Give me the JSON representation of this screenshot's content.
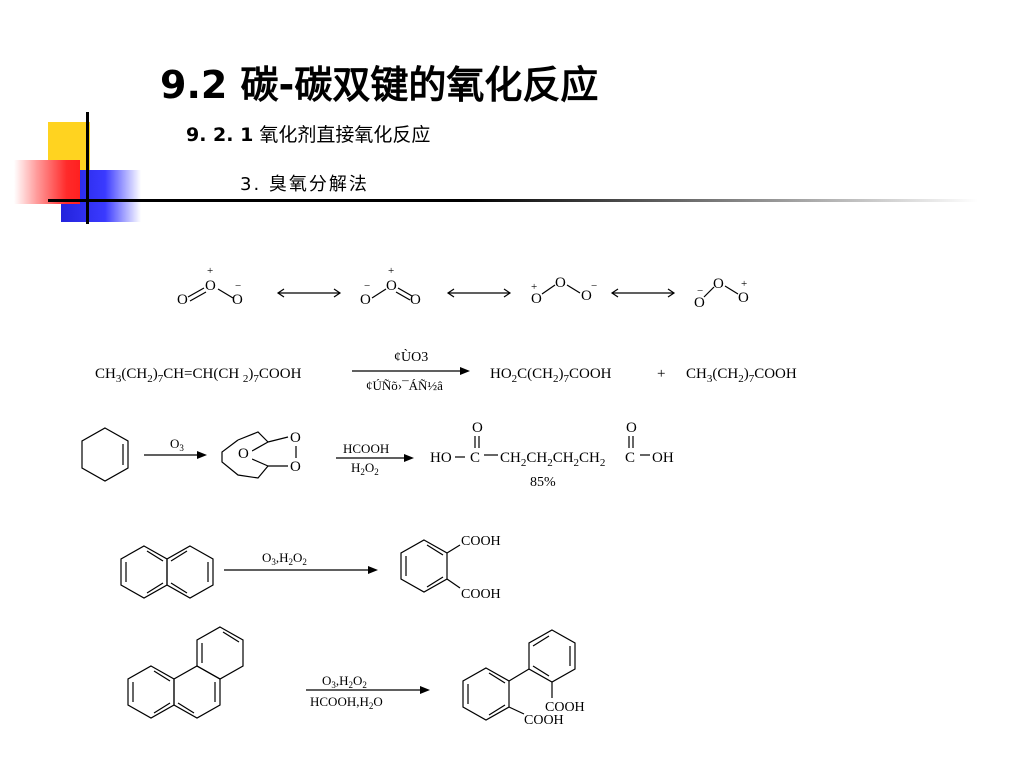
{
  "header": {
    "title": "9.2 碳-碳双键的氧化反应",
    "subtitle_num": "9. 2. 1",
    "subtitle_text": "氧化剂直接氧化反应",
    "item": "3.  臭氧分解法"
  },
  "ozone": {
    "plus": "+",
    "minus": "−",
    "O": "O"
  },
  "reaction1": {
    "reactant": "CH3(CH2)7CH=CH(CH2)7COOH",
    "reagent_top": "¢ÙO3",
    "reagent_bottom": "¢ÚÑõ›¯ÁÑ½â",
    "product1": "HO2C(CH2)7COOH",
    "plus": "+",
    "product2": "CH3(CH2)7COOH"
  },
  "reaction2": {
    "reagent1": "O3",
    "ozonide_O": "O",
    "reagent2_top": "HCOOH",
    "reagent2_bottom": "H2O2",
    "product_left": "HO",
    "product_C": "C",
    "product_chain": "CH2CH2CH2CH2",
    "product_right": "OH",
    "carbonyl_O": "O",
    "yield": "85%"
  },
  "reaction3": {
    "reagent": "O3,H2O2",
    "product_top": "COOH",
    "product_bottom": "COOH"
  },
  "reaction4": {
    "reagent_top": "O3,H2O2",
    "reagent_bottom": "HCOOH,H2O",
    "product_top": "COOH",
    "product_bottom": "COOH"
  }
}
